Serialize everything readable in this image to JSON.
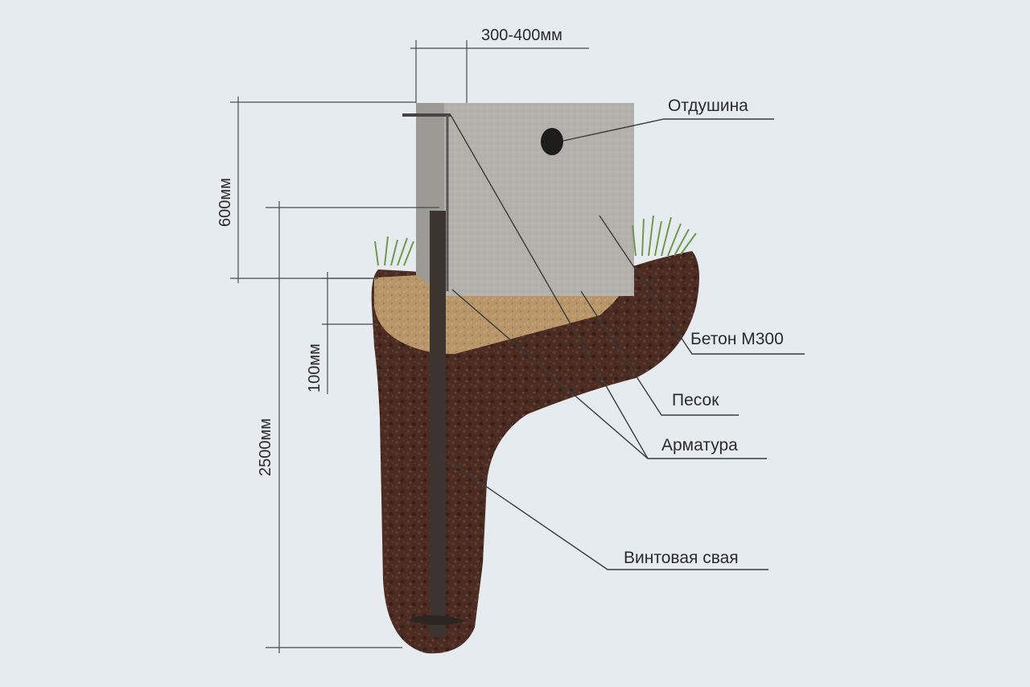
{
  "dimensions": {
    "width": "300-400мм",
    "block_height": "600мм",
    "sand_height": "100мм",
    "pile_length": "2500мм"
  },
  "labels": {
    "vent": "Отдушина",
    "concrete": "Бетон М300",
    "sand": "Песок",
    "rebar": "Арматура",
    "pile": "Винтовая свая"
  },
  "colors": {
    "background": "#e6ebef",
    "concrete": "#b3b1ab",
    "sand": "#b8966a",
    "soil": "#4a2c22",
    "pile": "#3b3430",
    "grass": "#6f9a4a"
  }
}
